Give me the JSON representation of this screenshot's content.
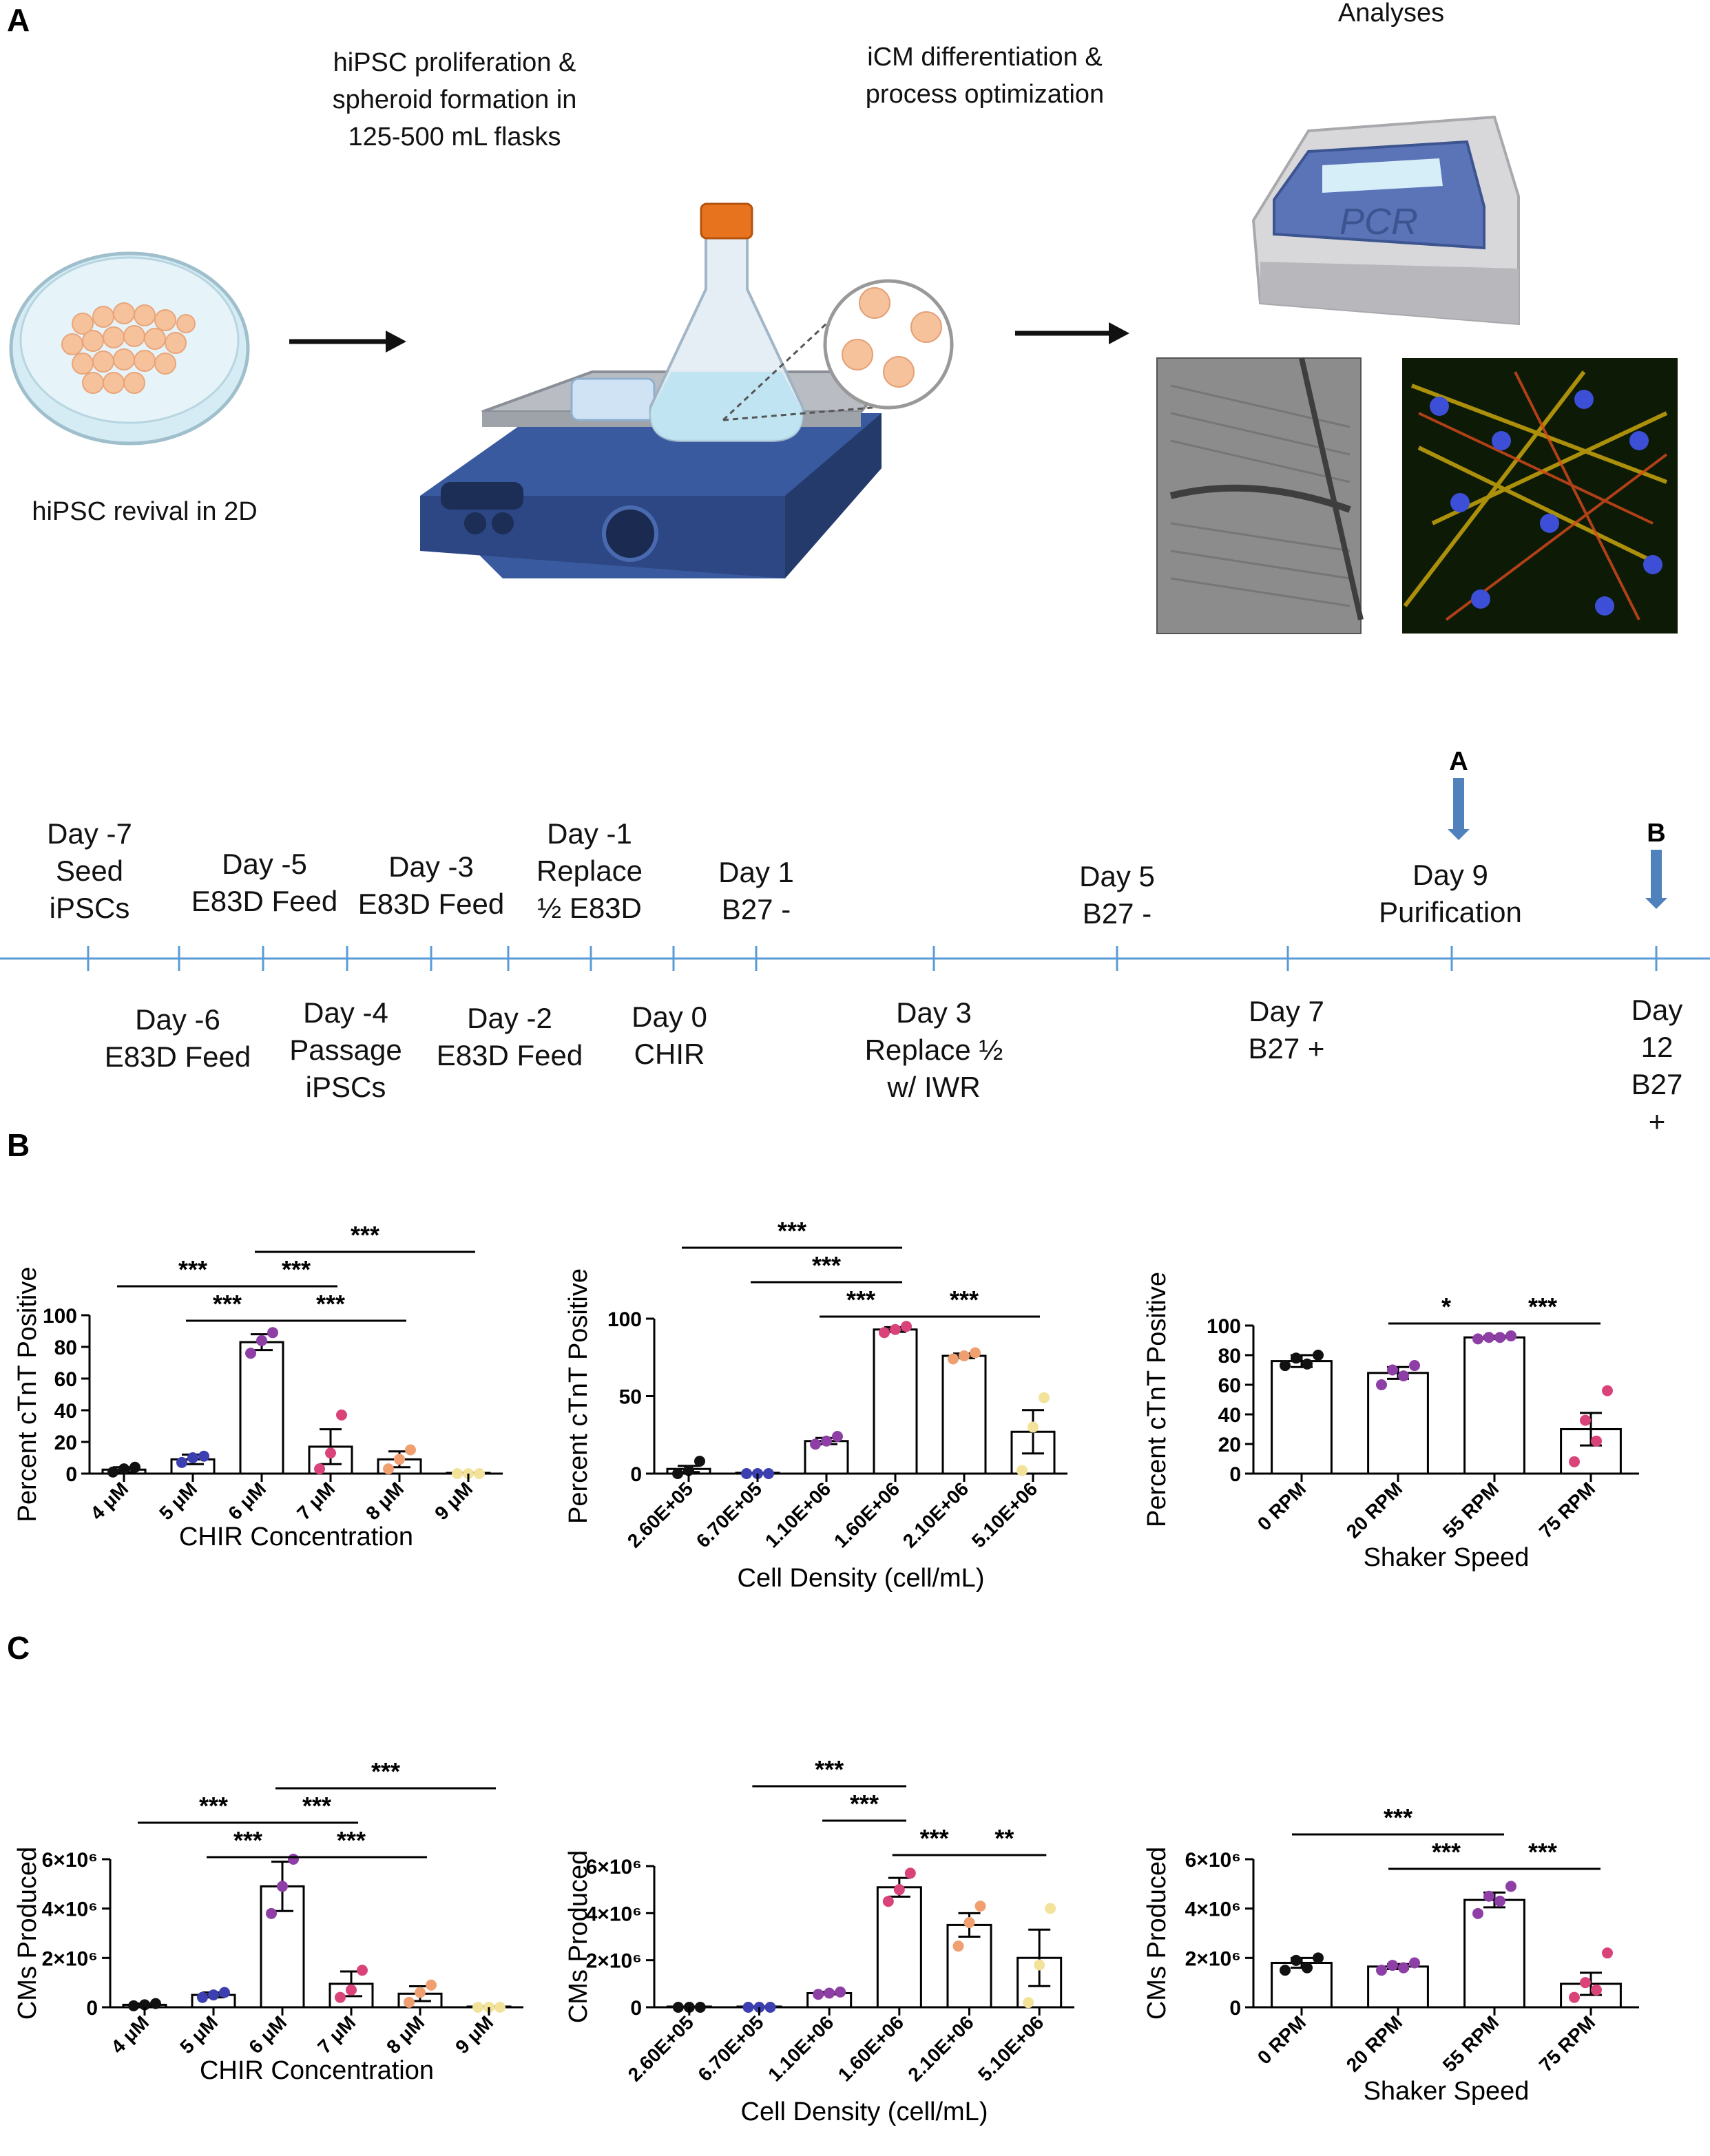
{
  "panel_labels": {
    "a": "A",
    "b": "B",
    "c": "C"
  },
  "workflow": {
    "step1": "hiPSC revival in 2D",
    "step2": "hiPSC proliferation &\nspheroid formation in\n125-500 mL flasks",
    "step3": "iCM differentiation &\nprocess optimization",
    "step4": "Analyses",
    "pcr_label": "PCR"
  },
  "timeline": {
    "marker_a": "A",
    "marker_b": "B",
    "upper": [
      {
        "text": "Day -7\nSeed\niPSCs"
      },
      {
        "text": "Day -5\nE83D Feed"
      },
      {
        "text": "Day -3\nE83D Feed"
      },
      {
        "text": "Day -1\nReplace\n½ E83D"
      },
      {
        "text": "Day 1\nB27 -"
      },
      {
        "text": "Day 5\nB27 -"
      },
      {
        "text": "Day 9\nPurification"
      }
    ],
    "lower": [
      {
        "text": "Day -6\nE83D Feed"
      },
      {
        "text": "Day -4\nPassage\niPSCs"
      },
      {
        "text": "Day -2\nE83D Feed"
      },
      {
        "text": "Day 0\nCHIR"
      },
      {
        "text": "Day 3\nReplace ½\nw/ IWR"
      },
      {
        "text": "Day 7\nB27 +"
      },
      {
        "text": "Day 12\nB27 +"
      }
    ]
  },
  "colors": {
    "timeline_line": "#5b9bd5",
    "arrow_marker": "#4f81bd",
    "dot_black": "#111111",
    "dot_blue": "#3b3fb0",
    "dot_purple": "#8e3fa6",
    "dot_pink": "#d9437a",
    "dot_orange": "#f0a070",
    "dot_yellow": "#f3e39a"
  },
  "chart_data": [
    {
      "id": "b1",
      "type": "bar",
      "xlabel": "CHIR Concentration",
      "ylabel": "Percent cTnT Positive",
      "ylim": [
        0,
        100
      ],
      "yticks": [
        "0",
        "20",
        "40",
        "60",
        "80",
        "100"
      ],
      "categories": [
        "4 μM",
        "5 μM",
        "6 μM",
        "7 μM",
        "8 μM",
        "9 μM"
      ],
      "values": [
        2.5,
        9,
        83,
        17,
        9,
        0
      ],
      "errors": [
        1.5,
        3,
        5,
        11,
        5,
        0
      ],
      "points": [
        [
          1,
          3,
          4
        ],
        [
          7,
          10,
          11
        ],
        [
          76,
          84,
          89
        ],
        [
          3,
          13,
          37
        ],
        [
          3,
          9,
          15
        ],
        [
          0,
          0,
          0
        ]
      ],
      "dot_colors": [
        "#111111",
        "#3b3fb0",
        "#8e3fa6",
        "#d9437a",
        "#f0a070",
        "#f3e39a"
      ],
      "significance": [
        {
          "from": 0,
          "to": 2,
          "label": "***",
          "level": 1
        },
        {
          "from": 1,
          "to": 2,
          "label": "***",
          "level": 0
        },
        {
          "from": 2,
          "to": 3,
          "label": "***",
          "level": 1
        },
        {
          "from": 2,
          "to": 4,
          "label": "***",
          "level": 0
        },
        {
          "from": 2,
          "to": 5,
          "label": "***",
          "level": 2
        }
      ]
    },
    {
      "id": "b2",
      "type": "bar",
      "xlabel": "Cell Density (cell/mL)",
      "ylabel": "Percent cTnT Positive",
      "ylim": [
        0,
        100
      ],
      "yticks": [
        "0",
        "50",
        "100"
      ],
      "categories": [
        "2.60E+05",
        "6.70E+05",
        "1.10E+06",
        "1.60E+06",
        "2.10E+06",
        "5.10E+06"
      ],
      "values": [
        3,
        0.5,
        21,
        93,
        76,
        27
      ],
      "errors": [
        2,
        0,
        2,
        1.5,
        1.5,
        14
      ],
      "points": [
        [
          0,
          2,
          8
        ],
        [
          0,
          0,
          0
        ],
        [
          19,
          21,
          24
        ],
        [
          91,
          93,
          95
        ],
        [
          74,
          76,
          78
        ],
        [
          2,
          30,
          49
        ]
      ],
      "dot_colors": [
        "#111111",
        "#3b3fb0",
        "#8e3fa6",
        "#d9437a",
        "#f0a070",
        "#f3e39a"
      ],
      "significance": [
        {
          "from": 2,
          "to": 3,
          "label": "***",
          "level": 0
        },
        {
          "from": 3,
          "to": 5,
          "label": "***",
          "level": 0
        },
        {
          "from": 1,
          "to": 3,
          "label": "***",
          "level": 1
        },
        {
          "from": 0,
          "to": 3,
          "label": "***",
          "level": 2
        }
      ]
    },
    {
      "id": "b3",
      "type": "bar",
      "xlabel": "Shaker Speed",
      "ylabel": "Percent cTnT Positive",
      "ylim": [
        0,
        100
      ],
      "yticks": [
        "0",
        "20",
        "40",
        "60",
        "80",
        "100"
      ],
      "categories": [
        "0 RPM",
        "20 RPM",
        "55 RPM",
        "75 RPM"
      ],
      "values": [
        76,
        68,
        92,
        30
      ],
      "errors": [
        4,
        4,
        1,
        11
      ],
      "points": [
        [
          73,
          78,
          74,
          80
        ],
        [
          60,
          70,
          66,
          73
        ],
        [
          91,
          92,
          92,
          93
        ],
        [
          8,
          36,
          22,
          56
        ]
      ],
      "dot_colors": [
        "#111111",
        "#8e3fa6",
        "#8e3fa6",
        "#d9437a"
      ],
      "significance": [
        {
          "from": 1,
          "to": 2,
          "label": "*",
          "level": 0
        },
        {
          "from": 2,
          "to": 3,
          "label": "***",
          "level": 0
        }
      ]
    },
    {
      "id": "c1",
      "type": "bar",
      "xlabel": "CHIR Concentration",
      "ylabel": "CMs Produced",
      "ylim": [
        0,
        6000000
      ],
      "yticks": [
        "0",
        "2×10⁶",
        "4×10⁶",
        "6×10⁶"
      ],
      "categories": [
        "4 μM",
        "5 μM",
        "6 μM",
        "7 μM",
        "8 μM",
        "9 μM"
      ],
      "values": [
        100000,
        500000,
        4900000,
        950000,
        550000,
        0
      ],
      "errors": [
        50000,
        100000,
        1000000,
        500000,
        300000,
        0
      ],
      "points": [
        [
          60000,
          100000,
          150000
        ],
        [
          400000,
          500000,
          600000
        ],
        [
          3800000,
          4900000,
          6000000
        ],
        [
          400000,
          700000,
          1500000
        ],
        [
          200000,
          600000,
          900000
        ],
        [
          0,
          0,
          0
        ]
      ],
      "dot_colors": [
        "#111111",
        "#3b3fb0",
        "#8e3fa6",
        "#d9437a",
        "#f0a070",
        "#f3e39a"
      ],
      "significance": [
        {
          "from": 1,
          "to": 2,
          "label": "***",
          "level": 0
        },
        {
          "from": 2,
          "to": 4,
          "label": "***",
          "level": 0
        },
        {
          "from": 0,
          "to": 2,
          "label": "***",
          "level": 1
        },
        {
          "from": 2,
          "to": 3,
          "label": "***",
          "level": 1
        },
        {
          "from": 2,
          "to": 5,
          "label": "***",
          "level": 2
        }
      ]
    },
    {
      "id": "c2",
      "type": "bar",
      "xlabel": "Cell Density (cell/mL)",
      "ylabel": "CMs Produced",
      "ylim": [
        0,
        6000000
      ],
      "yticks": [
        "0",
        "2×10⁶",
        "4×10⁶",
        "6×10⁶"
      ],
      "categories": [
        "2.60E+05",
        "6.70E+05",
        "1.10E+06",
        "1.60E+06",
        "2.10E+06",
        "5.10E+06"
      ],
      "values": [
        0,
        0,
        600000,
        5100000,
        3500000,
        2100000
      ],
      "errors": [
        0,
        0,
        50000,
        400000,
        500000,
        1200000
      ],
      "points": [
        [
          0,
          0,
          0
        ],
        [
          0,
          0,
          0
        ],
        [
          550000,
          600000,
          650000
        ],
        [
          4500000,
          5000000,
          5700000
        ],
        [
          2600000,
          3600000,
          4300000
        ],
        [
          200000,
          1800000,
          4200000
        ]
      ],
      "dot_colors": [
        "#111111",
        "#3b3fb0",
        "#8e3fa6",
        "#d9437a",
        "#f0a070",
        "#f3e39a"
      ],
      "significance": [
        {
          "from": 3,
          "to": 4,
          "label": "***",
          "level": 0
        },
        {
          "from": 4,
          "to": 5,
          "label": "**",
          "level": 0
        },
        {
          "from": 2,
          "to": 3,
          "label": "***",
          "level": 1
        },
        {
          "from": 1,
          "to": 3,
          "label": "***",
          "level": 2
        }
      ]
    },
    {
      "id": "c3",
      "type": "bar",
      "xlabel": "Shaker Speed",
      "ylabel": "CMs Produced",
      "ylim": [
        0,
        6000000
      ],
      "yticks": [
        "0",
        "2×10⁶",
        "4×10⁶",
        "6×10⁶"
      ],
      "categories": [
        "0 RPM",
        "20 RPM",
        "55 RPM",
        "75 RPM"
      ],
      "values": [
        1800000,
        1650000,
        4350000,
        950000
      ],
      "errors": [
        200000,
        100000,
        300000,
        450000
      ],
      "points": [
        [
          1500000,
          1900000,
          1600000,
          2000000
        ],
        [
          1500000,
          1700000,
          1600000,
          1800000
        ],
        [
          3800000,
          4500000,
          4300000,
          4900000
        ],
        [
          400000,
          1000000,
          700000,
          2200000
        ]
      ],
      "dot_colors": [
        "#111111",
        "#8e3fa6",
        "#8e3fa6",
        "#d9437a"
      ],
      "significance": [
        {
          "from": 1,
          "to": 2,
          "label": "***",
          "level": 0
        },
        {
          "from": 2,
          "to": 3,
          "label": "***",
          "level": 0
        },
        {
          "from": 0,
          "to": 2,
          "label": "***",
          "level": 1
        }
      ]
    }
  ]
}
